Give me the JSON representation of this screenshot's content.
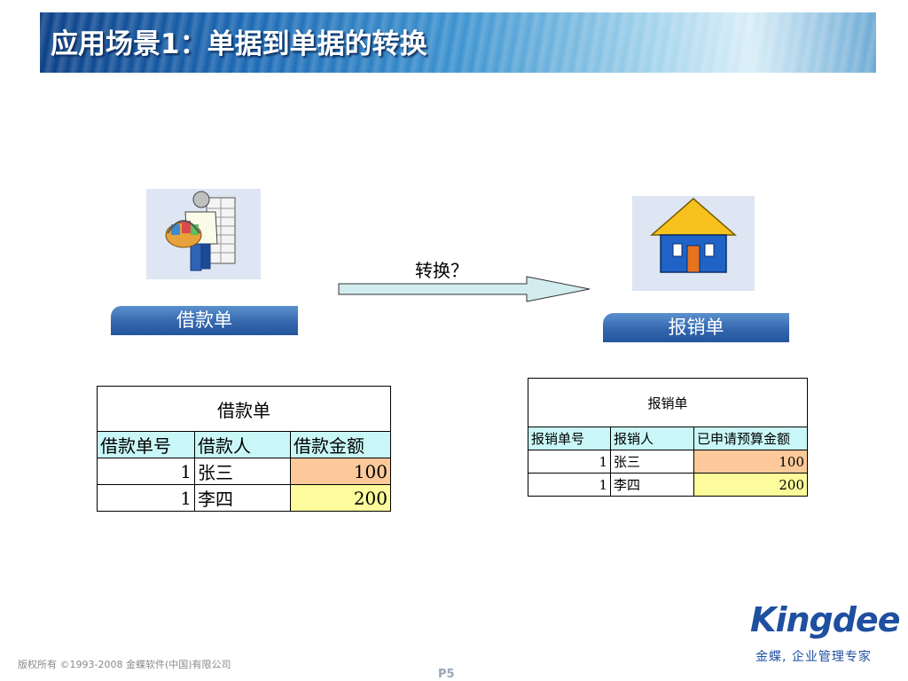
{
  "title": "应用场景1：单据到单据的转换",
  "colors": {
    "accent": "#2a5ba3",
    "header_cell": "#c9f7f7",
    "amount_orange": "#fdc99b",
    "amount_yellow": "#fcfc9c"
  },
  "left": {
    "icon": "user-with-basket-icon",
    "label": "借款单",
    "table": {
      "title": "借款单",
      "headers": [
        "借款单号",
        "借款人",
        "借款金额"
      ],
      "rows": [
        {
          "id": "1",
          "person": "张三",
          "amount": "100"
        },
        {
          "id": "1",
          "person": "李四",
          "amount": "200"
        }
      ]
    }
  },
  "right": {
    "icon": "house-icon",
    "label": "报销单",
    "table": {
      "title": "报销单",
      "headers": [
        "报销单号",
        "报销人",
        "已申请预算金额"
      ],
      "rows": [
        {
          "id": "1",
          "person": "张三",
          "amount": "100"
        },
        {
          "id": "1",
          "person": "李四",
          "amount": "200"
        }
      ]
    }
  },
  "arrow": {
    "icon": "right-arrow-icon",
    "label": "转换？"
  },
  "footer": {
    "logo": "Kingdee",
    "slogan": "金蝶, 企业管理专家",
    "copyright": "版权所有 ©1993-2008 金蝶软件(中国)有限公司",
    "page": "P5"
  }
}
